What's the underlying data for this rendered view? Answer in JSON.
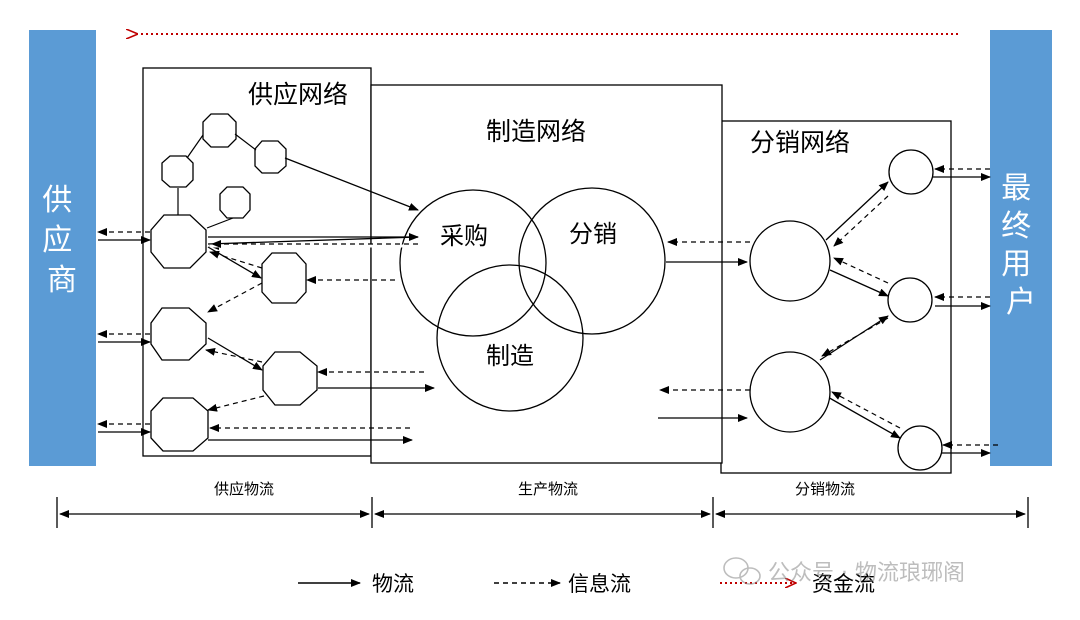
{
  "left_bar": {
    "label": "供应商",
    "color": "#5B9BD5"
  },
  "right_bar": {
    "label": "最终用户",
    "color": "#5B9BD5"
  },
  "networks": {
    "supply": "供应网络",
    "manufacturing": "制造网络",
    "distribution": "分销网络"
  },
  "core_circles": {
    "procurement": "采购",
    "distribution": "分销",
    "manufacturing": "制造"
  },
  "sections": {
    "supply_logistics": "供应物流",
    "production_logistics": "生产物流",
    "distribution_logistics": "分销物流"
  },
  "legend": {
    "material_flow": "物流",
    "information_flow": "信息流",
    "capital_flow": "资金流"
  },
  "watermark": "公众号 · 物流琅琊阁",
  "colors": {
    "bar": "#5B9BD5",
    "capital_flow": "#C00000",
    "line": "#000000"
  }
}
